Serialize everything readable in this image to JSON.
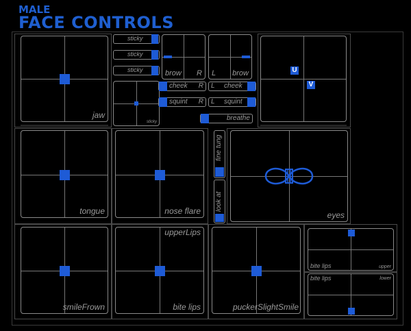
{
  "header": {
    "subtitle": "MALE",
    "title": "FACE CONTROLS"
  },
  "colors": {
    "accent": "#1e5bd6",
    "frame": "#8a8a8a",
    "label": "#9a9a9a",
    "background": "#000000"
  },
  "controls": {
    "jaw": "jaw",
    "sticky_1": "sticky",
    "sticky_2": "sticky",
    "sticky_3": "sticky",
    "sticky_small": "sticky",
    "brow_r": "brow",
    "brow_r_side": "R",
    "brow_l": "brow",
    "brow_l_side": "L",
    "cheek_r": "cheek",
    "cheek_r_side": "R",
    "cheek_l": "cheek",
    "cheek_l_side": "L",
    "squint_r": "squint",
    "squint_r_side": "R",
    "squint_l": "squint",
    "squint_l_side": "L",
    "breathe": "breathe",
    "eye_u": "U",
    "eye_v": "V",
    "tongue": "tongue",
    "nose_flare": "nose flare",
    "fine_tung": "fine tung",
    "look_at": "look at",
    "eyes": "eyes",
    "upper_lips": "upperLips",
    "smile_frown": "smileFrown",
    "bite_lips": "bite lips",
    "pucker": "puckerSlightSmile",
    "bite_lips_upper": "bite lips",
    "upper_tag": "upper",
    "bite_lips_lower": "bite lips",
    "lower_tag": "lower"
  }
}
